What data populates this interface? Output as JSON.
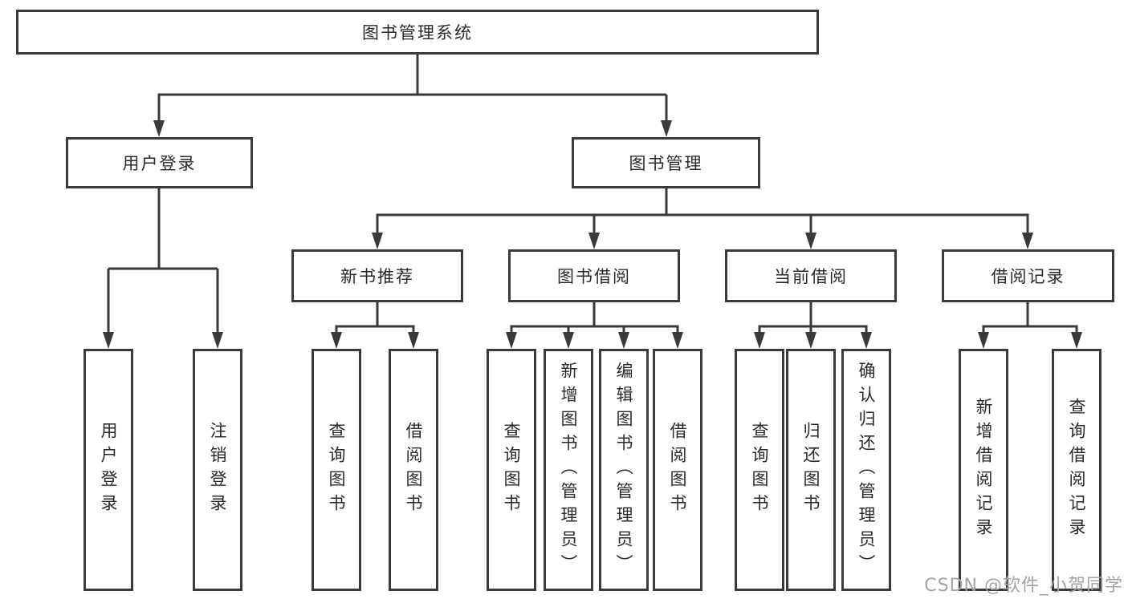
{
  "colors": {
    "line": "#3a3a3a",
    "text": "#2a2a2a",
    "watermark_gray": "#a3a3a3",
    "background": "#ffffff"
  },
  "root": {
    "label": "图书管理系统"
  },
  "level2": [
    {
      "id": "user-login",
      "label": "用户登录"
    },
    {
      "id": "book-management",
      "label": "图书管理"
    }
  ],
  "level3": [
    {
      "id": "new-book-recommend",
      "parent": "book-management",
      "label": "新书推荐"
    },
    {
      "id": "book-borrow",
      "parent": "book-management",
      "label": "图书借阅"
    },
    {
      "id": "current-borrow",
      "parent": "book-management",
      "label": "当前借阅"
    },
    {
      "id": "borrow-record",
      "parent": "book-management",
      "label": "借阅记录"
    }
  ],
  "level4": [
    {
      "parent": "user-login",
      "label": "用户登录"
    },
    {
      "parent": "user-login",
      "label": "注销登录"
    },
    {
      "parent": "new-book-recommend",
      "label": "查询图书"
    },
    {
      "parent": "new-book-recommend",
      "label": "借阅图书"
    },
    {
      "parent": "book-borrow",
      "label": "查询图书"
    },
    {
      "parent": "book-borrow",
      "label": "新增图书（管理员）"
    },
    {
      "parent": "book-borrow",
      "label": "编辑图书（管理员）"
    },
    {
      "parent": "book-borrow",
      "label": "借阅图书"
    },
    {
      "parent": "current-borrow",
      "label": "查询图书"
    },
    {
      "parent": "current-borrow",
      "label": "归还图书"
    },
    {
      "parent": "current-borrow",
      "label": "确认归还（管理员）"
    },
    {
      "parent": "borrow-record",
      "label": "新增借阅记录"
    },
    {
      "parent": "borrow-record",
      "label": "查询借阅记录"
    }
  ],
  "watermark": "CSDN @软件_小贺同学"
}
